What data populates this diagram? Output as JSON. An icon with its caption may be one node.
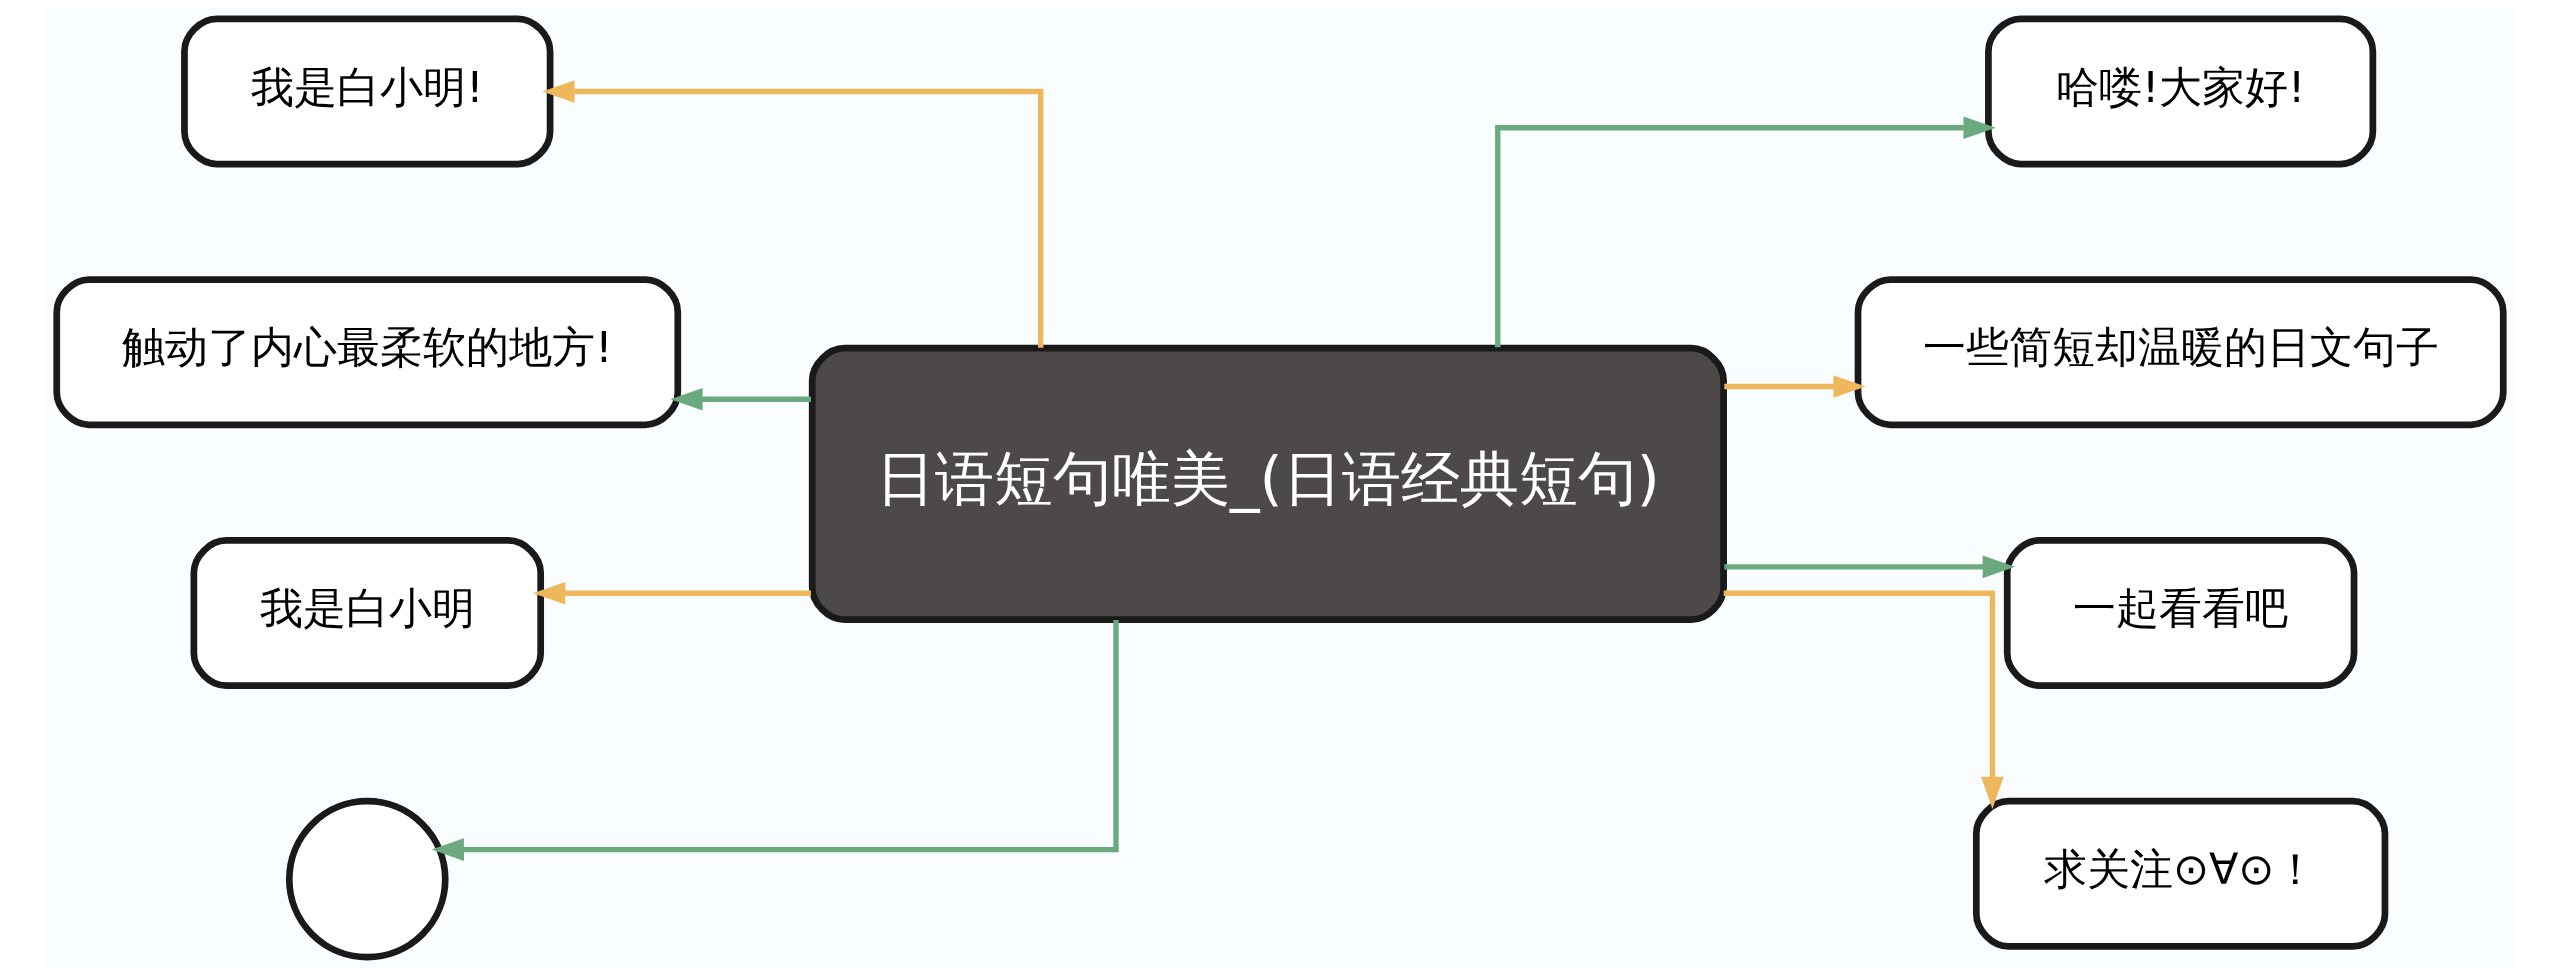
{
  "diagram": {
    "nodes": [
      {
        "text": [
          "日语短句唯美_(日语经典短句)"
        ]
      },
      {
        "text": [
          "我是白小明!"
        ]
      },
      {
        "text": [
          "触动了内心最柔软的地方!"
        ]
      },
      {
        "text": [
          "我是白小明"
        ]
      },
      {
        "text": [],
        "shape": "circle"
      },
      {
        "text": [
          "哈喽!大家好!"
        ]
      },
      {
        "text": [
          "一些简短却温暖的日文句子"
        ]
      },
      {
        "text": [
          "一起看看吧"
        ]
      },
      {
        "text": [
          "求关注⊙∀⊙！"
        ]
      }
    ],
    "edges": [
      {
        "from": 0,
        "to": 1,
        "arrow": "to",
        "color": "#efb75c"
      },
      {
        "from": 0,
        "to": 2,
        "arrow": "to",
        "color": "#6aaa7e"
      },
      {
        "from": 0,
        "to": 3,
        "arrow": "to",
        "color": "#efb75c"
      },
      {
        "from": 0,
        "to": 4,
        "arrow": "to",
        "color": "#6aaa7e"
      },
      {
        "from": 0,
        "to": 5,
        "arrow": "to",
        "color": "#6aaa7e"
      },
      {
        "from": 0,
        "to": 6,
        "arrow": "to",
        "color": "#efb75c"
      },
      {
        "from": 0,
        "to": 7,
        "arrow": "to",
        "color": "#6aaa7e"
      },
      {
        "from": 0,
        "to": 8,
        "arrow": "to",
        "color": "#efb75c"
      }
    ]
  }
}
